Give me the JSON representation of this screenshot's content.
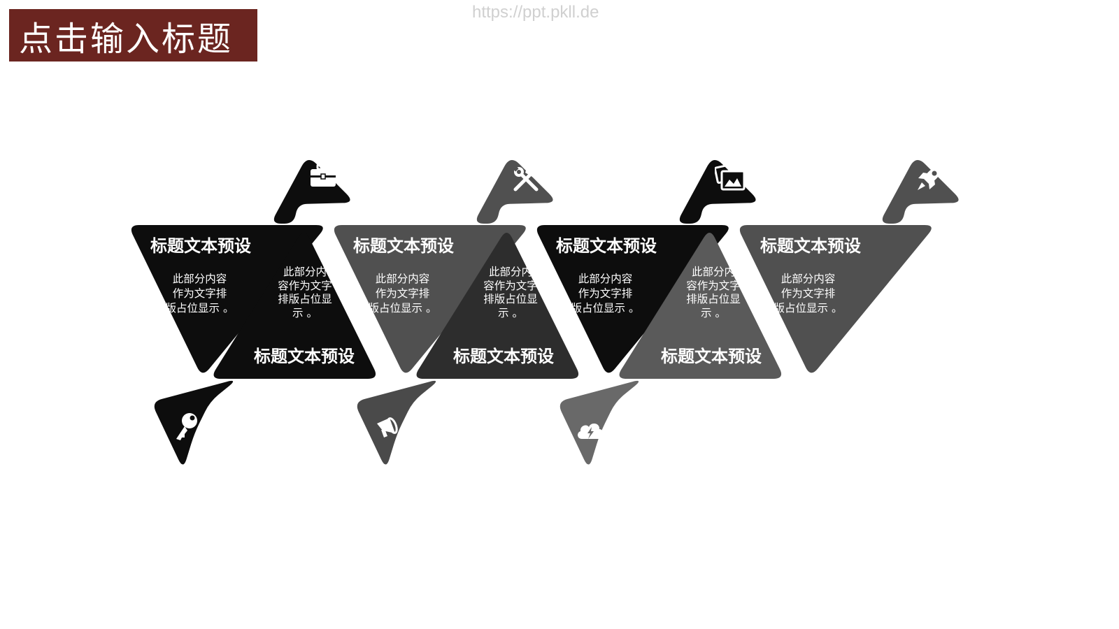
{
  "slide": {
    "title": "点击输入标题",
    "watermark": "https://ppt.pkll.de"
  },
  "colors": {
    "title_bg": "#6b2520",
    "step_fill": [
      "#0d0d0d",
      "#505050",
      "#0d0d0d",
      "#505050"
    ],
    "small_fill": [
      "#0d0d0d",
      "#4a4a4a",
      "#696969"
    ],
    "up_fill": [
      "#0d0d0d",
      "#2d2d2d",
      "#5a5a5a"
    ]
  },
  "steps": [
    {
      "heading": "标题文本预设",
      "body": "此部分内容\n作为文字排\n版占位显示 。",
      "icon": "briefcase-icon"
    },
    {
      "heading": "标题文本预设",
      "body": "此部分内容\n作为文字排\n版占位显示 。",
      "icon": "tools-icon"
    },
    {
      "heading": "标题文本预设",
      "body": "此部分内容\n作为文字排\n版占位显示 。",
      "icon": "picture-icon"
    },
    {
      "heading": "标题文本预设",
      "body": "此部分内容\n作为文字排\n版占位显示 。",
      "icon": "rocket-icon"
    }
  ],
  "lower_steps": [
    {
      "heading": "标题文本预设",
      "body": "此部分内\n容作为文字\n排版占位显\n示 。",
      "icon": "key-icon"
    },
    {
      "heading": "标题文本预设",
      "body": "此部分内\n容作为文字\n排版占位显\n示 。",
      "icon": "megaphone-icon"
    },
    {
      "heading": "标题文本预设",
      "body": "此部分内\n容作为文字\n排版占位显\n示 。",
      "icon": "cloud-lightning-icon"
    }
  ]
}
